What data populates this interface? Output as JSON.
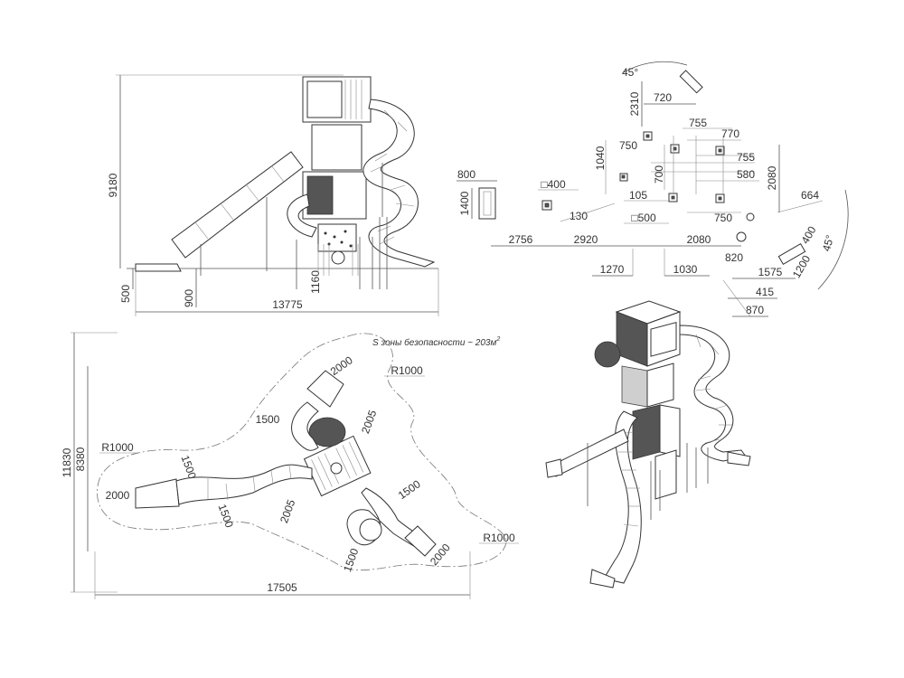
{
  "side_view": {
    "height": "9180",
    "base": "500",
    "post": "900",
    "post2": "1160",
    "length": "13775"
  },
  "foundation_plan": {
    "a45_top": "45°",
    "d720": "720",
    "d2310": "2310",
    "d755a": "755",
    "d770": "770",
    "d750a": "750",
    "d755b": "755",
    "d1040": "1040",
    "d700": "700",
    "d580": "580",
    "d2080v": "2080",
    "d800": "800",
    "d1400": "1400",
    "sq400": "□400",
    "d105": "105",
    "d130": "130",
    "sq500": "□500",
    "d750b": "750",
    "d664": "664",
    "d2756": "2756",
    "d2920": "2920",
    "d2080h": "2080",
    "d820": "820",
    "d400": "400",
    "a45_right": "45°",
    "d1200": "1200",
    "d1270": "1270",
    "d1030": "1030",
    "d1575": "1575",
    "d415": "415",
    "d870": "870"
  },
  "plan_view": {
    "safety_note": "S зоны безопасности ~ 203м",
    "safety_sup": "2",
    "h11830": "11830",
    "h8380": "8380",
    "w17505": "17505",
    "r_top": "R1000",
    "r_left": "R1000",
    "r_right": "R1000",
    "s2000_top": "2000",
    "s1500_a": "1500",
    "s2005_a": "2005",
    "s1500_b": "1500",
    "s1500_c": "1500",
    "s2000_left": "2000",
    "s2005_b": "2005",
    "s1500_d": "1500",
    "s1500_e": "1500",
    "s2000_right": "2000"
  }
}
